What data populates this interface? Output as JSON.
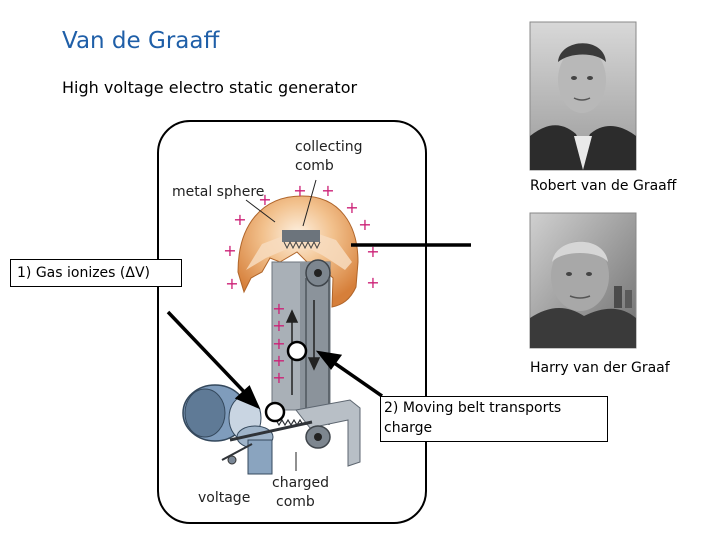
{
  "slide": {
    "title": "Van de Graaff",
    "subtitle": "High  voltage electro static generator",
    "captions": {
      "robert": "Robert van de Graaff",
      "harry": "Harry van der Graaf"
    },
    "callouts": {
      "gas_ionizes": "1) Gas ionizes (ΔV)",
      "moving_belt": "2) Moving belt transports charge"
    }
  },
  "diagram": {
    "labels": {
      "collecting_comb": [
        "collecting",
        "comb"
      ],
      "metal_sphere": "metal sphere",
      "charged_comb": [
        "charged",
        "comb"
      ],
      "voltage": "voltage"
    },
    "charge_symbol": "+",
    "colors": {
      "sphere_orange": "#e89a55",
      "sphere_light": "#fbe3c6",
      "machine_gray": "#9aa2aa",
      "machine_dark": "#5d6670",
      "charge_pink": "#cc2277",
      "motor_blue": "#7f9cbc"
    }
  }
}
